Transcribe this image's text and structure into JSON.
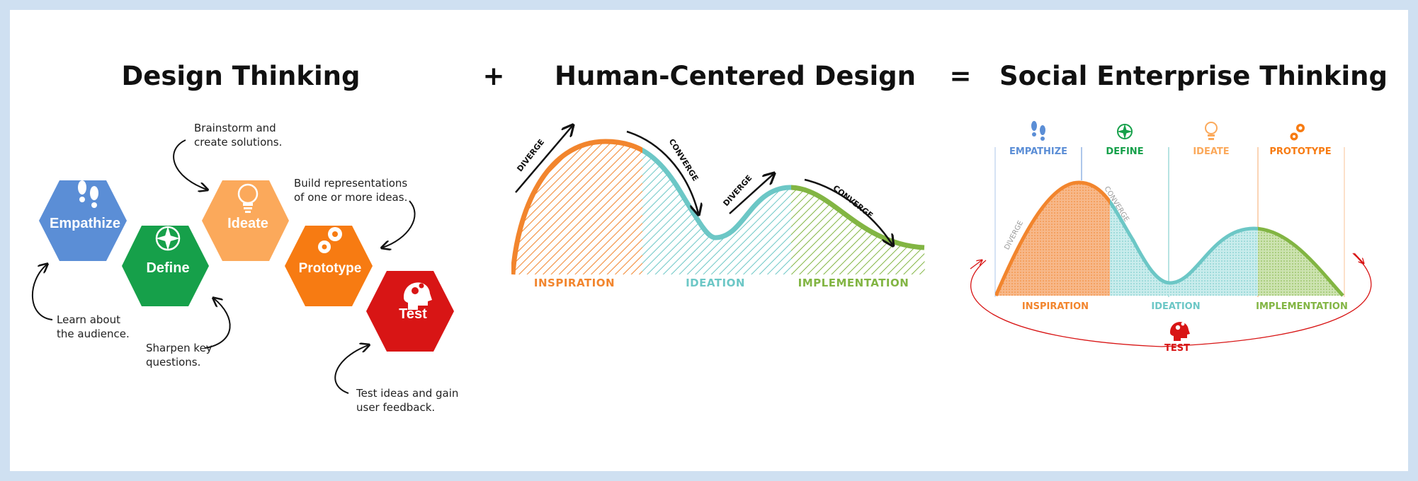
{
  "titles": {
    "design_thinking": "Design Thinking",
    "plus": "+",
    "hcd": "Human-Centered Design",
    "equals": "=",
    "social": "Social Enterprise Thinking"
  },
  "colors": {
    "empathize": "#5b8ed6",
    "define": "#16a04a",
    "ideate": "#fba95b",
    "prototype": "#f77b12",
    "test": "#d81515",
    "inspiration": "#f2852d",
    "ideation": "#6cc7c6",
    "implementation": "#82b543",
    "frame": "#cfe0f1"
  },
  "design_thinking": {
    "stages": [
      {
        "label": "Empathize",
        "icon": "footprints-icon"
      },
      {
        "label": "Define",
        "icon": "compass-icon"
      },
      {
        "label": "Ideate",
        "icon": "lightbulb-icon"
      },
      {
        "label": "Prototype",
        "icon": "gears-icon"
      },
      {
        "label": "Test",
        "icon": "head-gears-icon"
      }
    ],
    "notes": {
      "ideate": [
        "Brainstorm and",
        "create solutions."
      ],
      "prototype": [
        "Build representations",
        "of one or more ideas."
      ],
      "empathize": [
        "Learn about",
        "the audience."
      ],
      "define": [
        "Sharpen key",
        "questions."
      ],
      "test": [
        "Test ideas and gain",
        "user feedback."
      ]
    }
  },
  "hcd": {
    "arrows": [
      "DIVERGE",
      "CONVERGE",
      "DIVERGE",
      "CONVERGE"
    ],
    "phases": [
      "INSPIRATION",
      "IDEATION",
      "IMPLEMENTATION"
    ]
  },
  "social": {
    "stages": [
      {
        "label": "EMPATHIZE",
        "icon": "footprints-icon"
      },
      {
        "label": "DEFINE",
        "icon": "compass-icon"
      },
      {
        "label": "IDEATE",
        "icon": "lightbulb-icon"
      },
      {
        "label": "PROTOTYPE",
        "icon": "gears-icon"
      }
    ],
    "curve_labels": [
      "DIVERGE",
      "CONVERGE"
    ],
    "phases": [
      "INSPIRATION",
      "IDEATION",
      "IMPLEMENTATION"
    ],
    "test_label": "TEST",
    "test_icon": "head-gears-icon"
  }
}
